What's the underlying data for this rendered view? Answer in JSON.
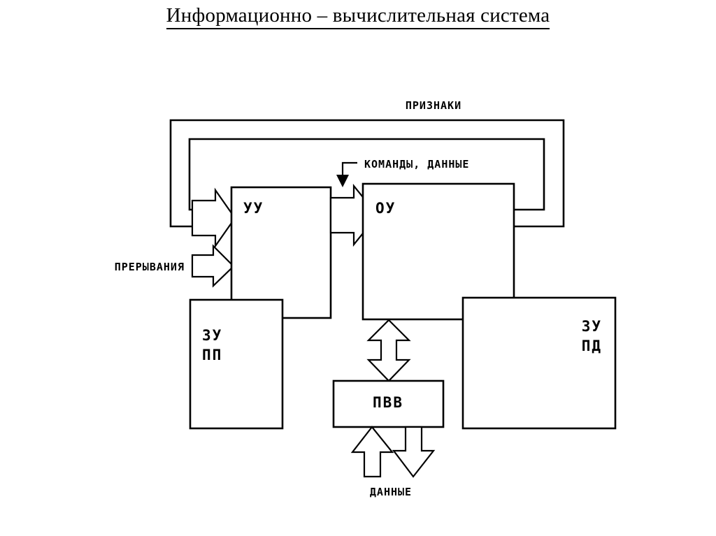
{
  "page": {
    "title": "Информационно – вычислительная система",
    "background_color": "#ffffff",
    "ink_color": "#000000"
  },
  "diagram": {
    "type": "block-diagram",
    "blocks": [
      {
        "id": "uu",
        "label": "УУ",
        "name": "control-unit-block"
      },
      {
        "id": "ou",
        "label": "ОУ",
        "name": "operating-unit-block"
      },
      {
        "id": "zupp_line1",
        "label": "ЗУ",
        "name": "program-memory-block-line1"
      },
      {
        "id": "zupp_line2",
        "label": "ПП",
        "name": "program-memory-block-line2"
      },
      {
        "id": "zupd_line1",
        "label": "ЗУ",
        "name": "data-memory-block-line1"
      },
      {
        "id": "zupd_line2",
        "label": "ПД",
        "name": "data-memory-block-line2"
      },
      {
        "id": "pvv",
        "label": "ПВВ",
        "name": "io-processor-block"
      }
    ],
    "edge_labels": [
      {
        "id": "priznaki",
        "label": "ПРИЗНАКИ",
        "name": "flags-signal-label"
      },
      {
        "id": "komandy_dannye",
        "label": "КОМАНДЫ, ДАННЫЕ",
        "name": "commands-data-label"
      },
      {
        "id": "preryvaniya",
        "label": "ПРЕРЫВАНИЯ",
        "name": "interrupts-signal-label"
      },
      {
        "id": "dannye",
        "label": "ДАННЫЕ",
        "name": "data-io-label"
      }
    ]
  }
}
